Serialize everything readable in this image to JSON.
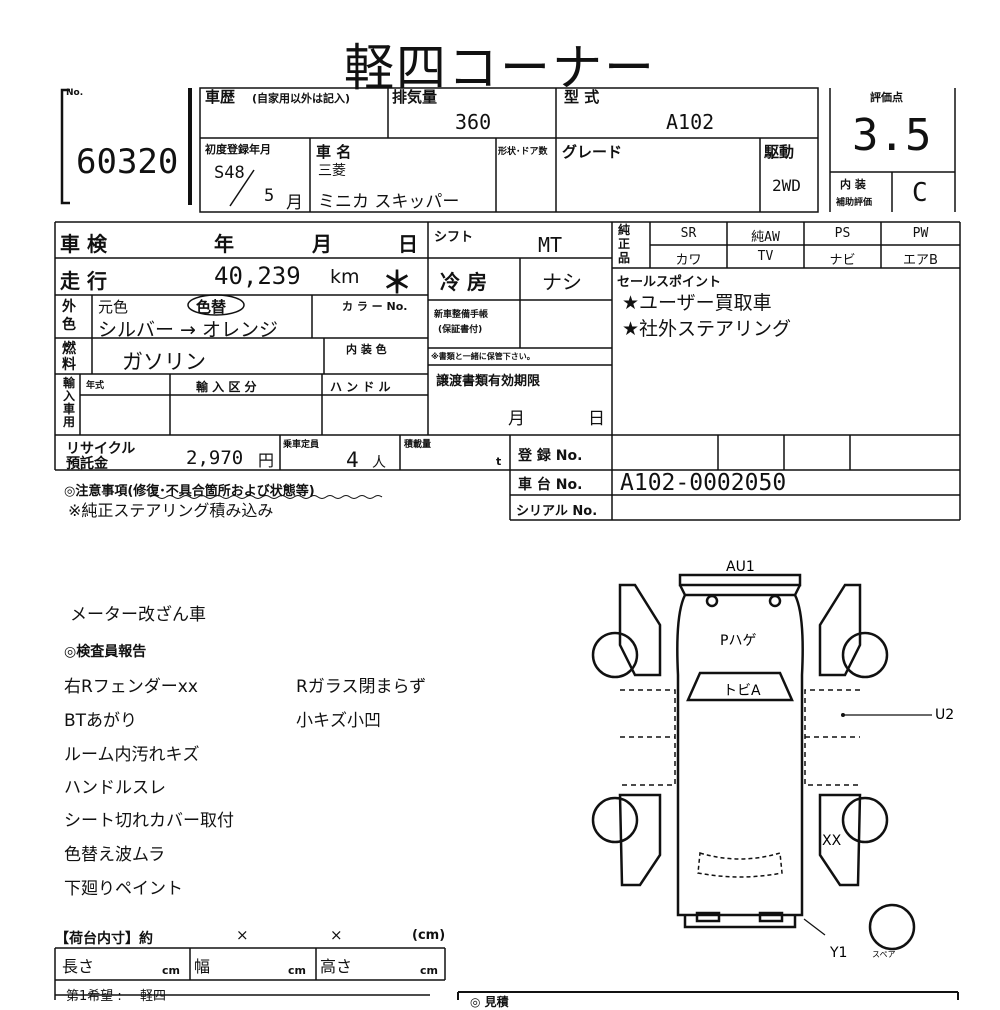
{
  "title": "軽四コーナー",
  "lot": {
    "label": "No.",
    "number": "60320"
  },
  "history": {
    "label": "車歴",
    "note": "(自家用以外は記入)"
  },
  "displacement": {
    "label": "排気量",
    "value": "360"
  },
  "model_code": {
    "label": "型 式",
    "value": "A102"
  },
  "score": {
    "label": "評価点",
    "value": "3.5"
  },
  "first_reg": {
    "label": "初度登録年月",
    "year": "S48",
    "month": "5",
    "month_unit": "月"
  },
  "car_name": {
    "label": "車 名",
    "maker": "三菱",
    "name": "ミニカ スキッパー"
  },
  "shape_doors": {
    "label": "形状･ドア数"
  },
  "grade": {
    "label": "グレード"
  },
  "drive": {
    "label": "駆動",
    "value": "2WD"
  },
  "interior": {
    "label": "内 装",
    "sub": "補助評価",
    "value": "C"
  },
  "shaken": {
    "label": "車 検",
    "year": "年",
    "month": "月",
    "day": "日"
  },
  "shift": {
    "label": "シフト",
    "value": "MT"
  },
  "genuine": {
    "label": "純正品",
    "headers": [
      "SR",
      "純AW",
      "PS",
      "PW"
    ],
    "row2": [
      "カワ",
      "TV",
      "ナビ",
      "エアB"
    ]
  },
  "mileage": {
    "label": "走 行",
    "value": "40,239",
    "unit": "km",
    "mark": "＊"
  },
  "ac": {
    "label": "冷 房",
    "value": "ナシ"
  },
  "sales_points": {
    "label": "セールスポイント",
    "items": [
      "★ユーザー買取車",
      "★社外ステアリング"
    ]
  },
  "color": {
    "label": "外色",
    "orig": "元色",
    "changed": "色替",
    "value": "シルバー → オレンジ",
    "code_label": "カ ラ ー No."
  },
  "warranty": {
    "line1": "新車整備手帳",
    "line2": "(保証書付)",
    "note": "※書類と一緒に保管下さい。"
  },
  "fuel": {
    "label": "燃料",
    "value": "ガソリン",
    "interior_color_label": "内 装 色"
  },
  "import": {
    "label": "輸入車用",
    "year_label": "年式",
    "class_label": "輸 入 区 分",
    "handle_label": "ハ ン ド ル"
  },
  "transfer": {
    "label": "譲渡書類有効期限",
    "month": "月",
    "day": "日"
  },
  "recycle": {
    "label1": "リサイクル",
    "label2": "預託金",
    "value": "2,970",
    "unit": "円"
  },
  "capacity": {
    "label": "乗車定員",
    "value": "4",
    "unit": "人"
  },
  "load": {
    "label": "積載量",
    "unit": "t"
  },
  "reg_no": {
    "label": "登 録 No."
  },
  "chassis": {
    "label": "車 台 No.",
    "value": "A102-0002050"
  },
  "serial": {
    "label": "シリアル No."
  },
  "notes": {
    "label": "◎注意事項(修復･不具合箇所および状態等)",
    "text": "※純正ステアリング積み込み"
  },
  "meter_note": "メーター改ざん車",
  "inspector": {
    "label": "◎検査員報告",
    "left": [
      "右Rフェンダーxx",
      "BTあがり",
      "ルーム内汚れキズ",
      "ハンドルスレ",
      "シート切れカバー取付",
      "色替え波ムラ",
      "下廻りペイント"
    ],
    "right": [
      "Rガラス閉まらず",
      "小キズ小凹"
    ]
  },
  "cargo": {
    "label": "【荷台内寸】約",
    "x1": "×",
    "x2": "×",
    "unit": "(cm)",
    "length": "長さ",
    "width": "幅",
    "height": "高さ",
    "cm": "cm"
  },
  "wish": {
    "label": "第1希望 :",
    "value": "軽四"
  },
  "bottom_right": {
    "label": "◎ 見積"
  },
  "diagram": {
    "au1": "AU1",
    "p_hage": "Pハゲ",
    "tobi": "トビA",
    "u2": "U2",
    "xx": "XX",
    "y1": "Y1",
    "spare": "スペア"
  }
}
